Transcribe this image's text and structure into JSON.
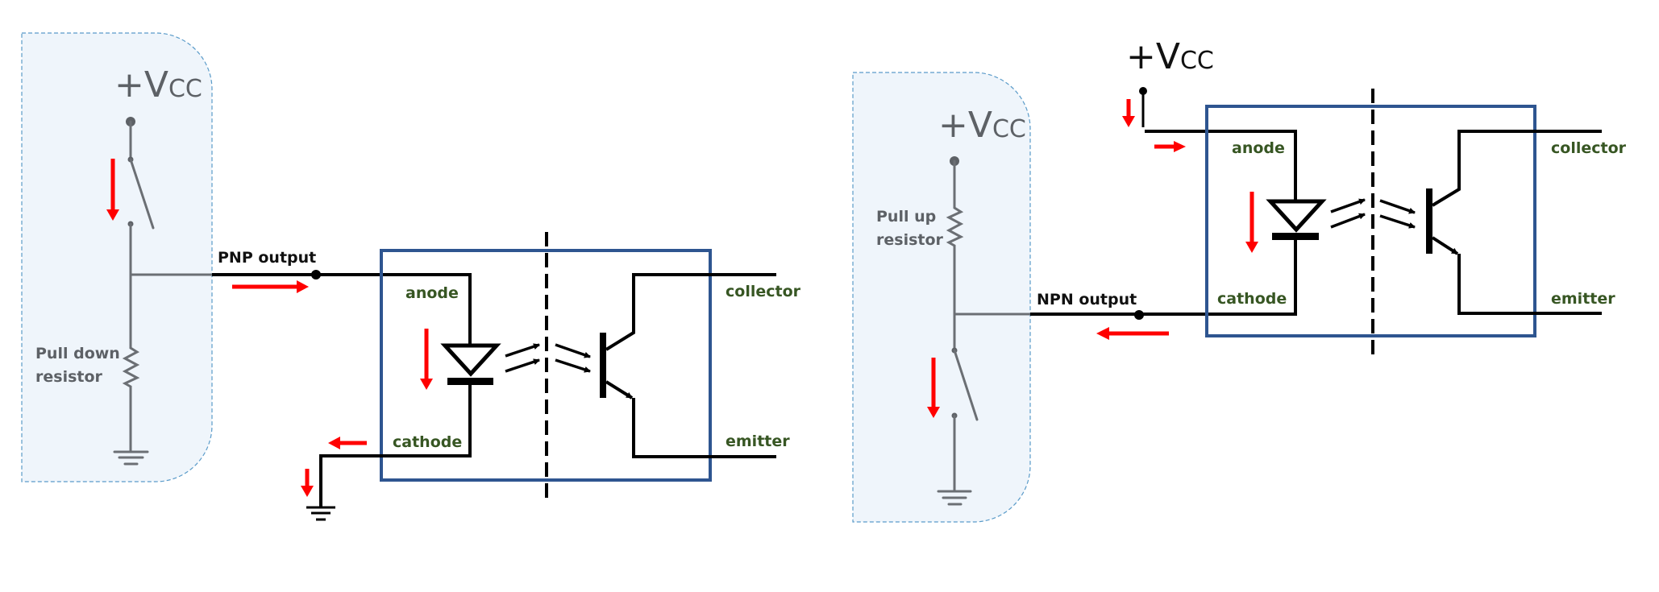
{
  "diagram": {
    "title": "Optocoupler input wiring: PNP (sourcing) vs NPN (sinking) sensor outputs",
    "colors": {
      "current_arrow": "#ff0000",
      "optocoupler_box": "#2e5590",
      "pin_label": "#375623",
      "sensor_panel_fill": "#eff5fb",
      "sensor_panel_border": "#5a9bc9"
    },
    "pnp_circuit": {
      "sensor_panel": {
        "supply_label_main": "+V",
        "supply_label_sub": "CC",
        "resistor_label_line1": "Pull down",
        "resistor_label_line2": "resistor"
      },
      "output_label": "PNP output",
      "optocoupler": {
        "anode_label": "anode",
        "cathode_label": "cathode",
        "collector_label": "collector",
        "emitter_label": "emitter"
      }
    },
    "npn_circuit": {
      "external_supply_main": "+V",
      "external_supply_sub": "CC",
      "sensor_panel": {
        "supply_label_main": "+V",
        "supply_label_sub": "CC",
        "resistor_label_line1": "Pull up",
        "resistor_label_line2": "resistor"
      },
      "output_label": "NPN output",
      "optocoupler": {
        "anode_label": "anode",
        "cathode_label": "cathode",
        "collector_label": "collector",
        "emitter_label": "emitter"
      }
    }
  }
}
